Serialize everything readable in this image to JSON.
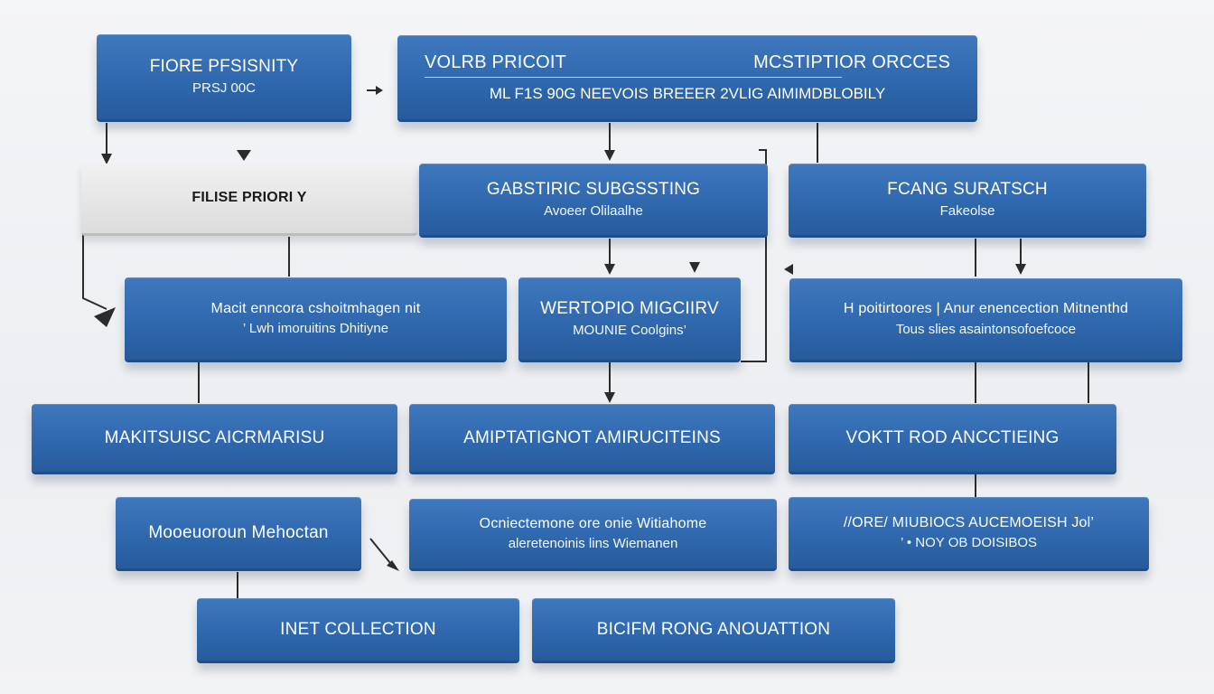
{
  "accent_color": "#2f68ae",
  "light_box_color": "#e6e6e6",
  "nodes": {
    "n1": {
      "title": "FIORE PFSISNITY",
      "sub": "PRSJ 00C"
    },
    "n2": {
      "title": "VOLRB PRICOIT",
      "title2": "MCSTIPTIOR ORCCES",
      "sub": "ML F1S 90G NEEVOIS BREEER 2VLIG AIMIMDBLOBILY"
    },
    "n3": {
      "title": "FILISE PRIORI Y"
    },
    "n4": {
      "title": "GABSTIRIC SUBGSSTING",
      "sub": "Avoeer Olilaalhe"
    },
    "n5": {
      "title": "FCANG SURATSCH",
      "sub": "Fakeolse"
    },
    "n6": {
      "title": "Macit enncora cshoitmhagen nit",
      "sub": "’ Lwh imoruitins Dhitiyne"
    },
    "n7": {
      "title": "WERTOPIO MIGCIIRV",
      "sub": "MOUNIE Coolgins’"
    },
    "n8": {
      "title": "H poitirtoores  |  Anur enencection  Mitnenthd",
      "sub": "Tous   slies asaintonsofoefcoce"
    },
    "n9": {
      "title": "MAKITSUISC AICRMARISU"
    },
    "n10": {
      "title": "AMIPTATIGNOT AMIRUCITEINS"
    },
    "n11": {
      "title": "VOKTT ROD ANCCTIEING"
    },
    "n12": {
      "title": "Mooeuoroun Mehoctan"
    },
    "n13": {
      "title": "Ocniectemone ore onie  Witiahome",
      "sub": "aleretenoinis lins Wiemanen"
    },
    "n14": {
      "title": "//ORE/ MIUBIOCS AUCEMOEISH  Jol’",
      "sub": "’ • NOY OB DOISIBOS"
    },
    "n15": {
      "title": "INET COLLECTION"
    },
    "n16": {
      "title": "BICIFM RONG ANOUATTION"
    }
  }
}
